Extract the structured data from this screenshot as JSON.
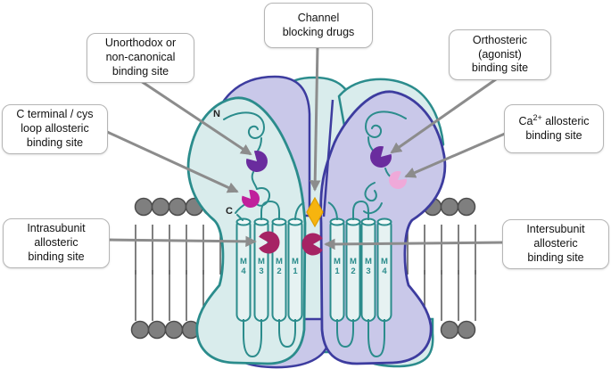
{
  "callouts": {
    "channel_blocking": {
      "lines": [
        "Channel",
        "blocking drugs"
      ]
    },
    "unorthodox": {
      "lines": [
        "Unorthodox or",
        "non-canonical",
        "binding site"
      ]
    },
    "c_terminal": {
      "lines": [
        "C terminal / cys",
        "loop allosteric",
        "binding site"
      ]
    },
    "orthosteric": {
      "lines": [
        "Orthosteric",
        "(agonist)",
        "binding site"
      ]
    },
    "calcium": {
      "pre": "Ca",
      "sup": "2+",
      "post": " allosteric",
      "line2": "binding site"
    },
    "intrasubunit": {
      "lines": [
        "Intrasubunit",
        "allosteric",
        "binding site"
      ]
    },
    "intersubunit": {
      "lines": [
        "Intersubunit",
        "allosteric",
        "binding site"
      ]
    }
  },
  "receptor": {
    "n_terminus": "N",
    "c_terminus": "C",
    "left_helices": [
      {
        "letter": "M",
        "number": "4"
      },
      {
        "letter": "M",
        "number": "3"
      },
      {
        "letter": "M",
        "number": "2"
      },
      {
        "letter": "M",
        "number": "1"
      }
    ],
    "right_helices": [
      {
        "letter": "M",
        "number": "1"
      },
      {
        "letter": "M",
        "number": "2"
      },
      {
        "letter": "M",
        "number": "3"
      },
      {
        "letter": "M",
        "number": "4"
      }
    ]
  },
  "colors": {
    "teal_outline": "#2B8C8C",
    "teal_fill": "#D9ECEC",
    "helix_fill": "#E6F2F2",
    "lavender_fill": "#C9C8E9",
    "indigo_outline": "#3D3C9F",
    "membrane_gray": "#7F7F7F",
    "arrow_gray": "#8C8C8C",
    "purple_site": "#6A2C9E",
    "magenta_site": "#C0209C",
    "pink_site": "#EFA9D9",
    "raspberry_site": "#A62364",
    "diamond_yellow": "#F6B40F"
  }
}
